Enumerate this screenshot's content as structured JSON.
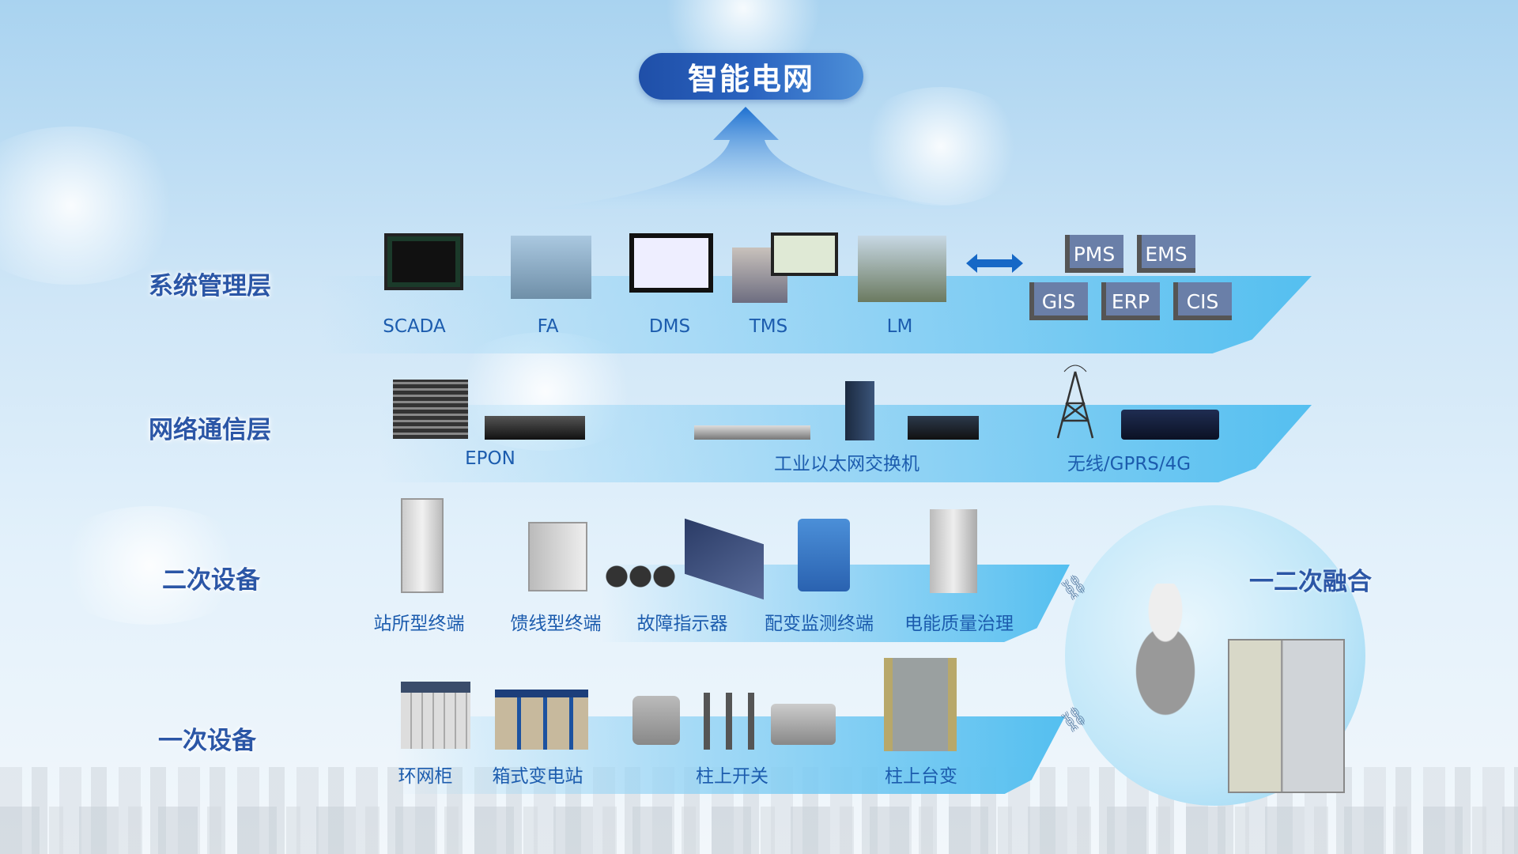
{
  "title": "智能电网",
  "layers": {
    "system": {
      "label": "系统管理层",
      "items": [
        "SCADA",
        "FA",
        "DMS",
        "TMS",
        "LM"
      ],
      "systems": [
        "PMS",
        "EMS",
        "GIS",
        "ERP",
        "CIS"
      ]
    },
    "network": {
      "label": "网络通信层",
      "items": [
        "EPON",
        "工业以太网交换机",
        "无线/GPRS/4G"
      ]
    },
    "secondary": {
      "label": "二次设备",
      "items": [
        "站所型终端",
        "馈线型终端",
        "故障指示器",
        "配变监测终端",
        "电能质量治理"
      ]
    },
    "primary": {
      "label": "一次设备",
      "items": [
        "环网柜",
        "箱式变电站",
        "柱上开关",
        "柱上台变"
      ]
    }
  },
  "fusion": {
    "label": "一二次融合"
  },
  "colors": {
    "accent": "#2b56a6",
    "label": "#1c5cae",
    "band": "#54bff0"
  }
}
